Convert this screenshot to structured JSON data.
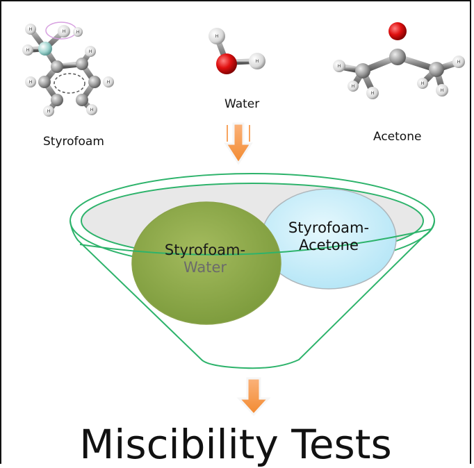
{
  "molecules": {
    "styrofoam_label": "Styrofoam",
    "water_label": "Water",
    "acetone_label": "Acetone",
    "atom_symbol_h": "H"
  },
  "venn": {
    "water_circle": {
      "line1": "Styrofoam-",
      "line2": "Water"
    },
    "acetone_circle": {
      "line1": "Styrofoam-",
      "line2": "Acetone"
    }
  },
  "title": "Miscibility Tests",
  "colors": {
    "arrow_orange": "#f79646",
    "funnel_green": "#2db36b",
    "water_circle_fill": "#8fa848",
    "acetone_circle_fill": "#c7eefb",
    "oxygen_red": "#e01010"
  }
}
